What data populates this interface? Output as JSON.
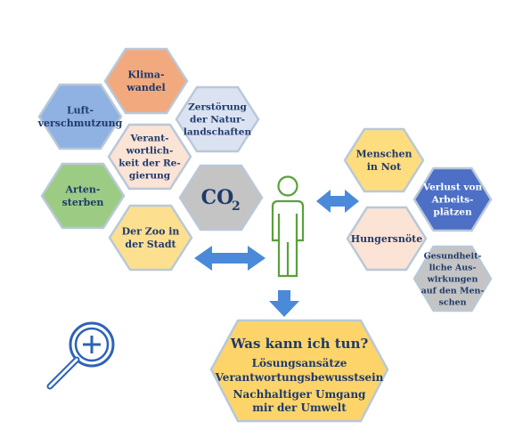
{
  "hexagons_left": [
    {
      "id": "klima",
      "lines": [
        "Klima-",
        "wandel"
      ],
      "fill": "#f2a97e"
    },
    {
      "id": "luft",
      "lines": [
        "Luft-",
        "verschmutzung"
      ],
      "fill": "#8fb2e3"
    },
    {
      "id": "zerstoerung",
      "lines": [
        "Zerstörung",
        "der Natur-",
        "landschaften"
      ],
      "fill": "#dbe3f3"
    },
    {
      "id": "verantwortlichkeit",
      "lines": [
        "Verant-",
        "wortlich-",
        "keit der Re-",
        "gierung"
      ],
      "fill": "#fbe3d5"
    },
    {
      "id": "artensterben",
      "lines": [
        "Arten-",
        "sterben"
      ],
      "fill": "#9ccc84"
    },
    {
      "id": "co2",
      "lines": [
        "CO",
        "2"
      ],
      "fill": "#c4c4c4"
    },
    {
      "id": "zoo",
      "lines": [
        "Der Zoo in",
        "der Stadt"
      ],
      "fill": "#fde08f"
    }
  ],
  "hexagons_right": [
    {
      "id": "menschen",
      "lines": [
        "Menschen",
        "in Not"
      ],
      "fill": "#fddd7e"
    },
    {
      "id": "verlust",
      "lines": [
        "Verlust von",
        "Arbeits-",
        "plätzen"
      ],
      "fill": "#4d6fc6"
    },
    {
      "id": "hunger",
      "lines": [
        "Hungersnöte"
      ],
      "fill": "#fbe3d5"
    },
    {
      "id": "gesundheit",
      "lines": [
        "Gesundheit-",
        "liche Aus-",
        "wirkungen",
        "auf den Men-",
        "schen"
      ],
      "fill": "#c4c4c4"
    }
  ],
  "bottom_hexagon": {
    "title": "Was kann ich tun?",
    "lines": [
      "Lösungsansätze",
      "Verantwortungsbewusstsein",
      "Nachhaltiger Umgang",
      "mir der Umwelt"
    ],
    "fill": "#fcd46a"
  },
  "colors": {
    "text": "#1f3a6b",
    "arrow": "#4a8ad8",
    "person": "#5aa03c",
    "hex_border": "#b9c8d8",
    "magnifier": "#2d62b8"
  },
  "icons": {
    "person": "person-outline-icon",
    "magnifier": "magnifier-zoom-in-icon"
  }
}
